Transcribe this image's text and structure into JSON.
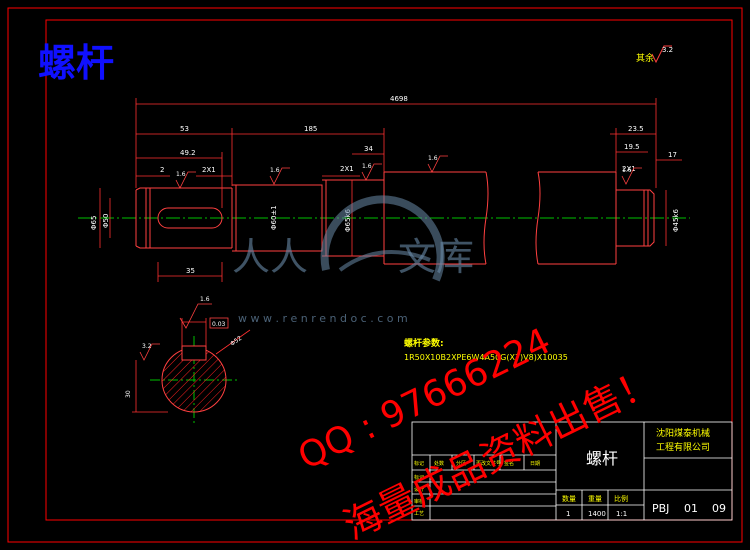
{
  "title": "螺杆",
  "roughness": {
    "corner_label": "其余",
    "corner_value": "3.2",
    "surface_value": "1.6",
    "section_value": "3.2",
    "keyway_value": "1.6"
  },
  "dimensions": {
    "overall": "4698",
    "d53": "53",
    "d185": "185",
    "d2": "2",
    "d49_2": "49.2",
    "d2x1a": "2X1",
    "d2x1b": "2X1",
    "d34": "34",
    "d35": "35",
    "d23_5": "23.5",
    "d19_5": "19.5",
    "d17": "17",
    "d2x1c": "2X1",
    "left_dia1": "Φ65",
    "left_dia2": "Φ50",
    "dia_mid": "Φ60±1",
    "dia_screw": "Φ65k6",
    "dia_right": "Φ45k6",
    "key_tol": "0.03",
    "section_dim": "30",
    "section_dia": "Φ52"
  },
  "thread_label": "螺杆参数:",
  "thread_spec": "1R50X10B2XPE6W4A50G(X7)V8)X10035",
  "watermark": {
    "logo_left": "人人",
    "logo_right": "文库",
    "url": "w w w . r e n r e n d o c . c o m",
    "qq": "QQ : 97666224",
    "ad": "海量成品资料出售！"
  },
  "title_block": {
    "name": "螺杆",
    "company_line1": "沈阳煤泰机械",
    "company_line2": "工程有限公司",
    "qty_label": "数量",
    "weight_label": "重量",
    "scale_label": "比例",
    "qty": "1",
    "weight": "1400",
    "scale": "1:1",
    "code1": "PBJ",
    "code2": "01",
    "code3": "09",
    "left_rows": [
      "标记",
      "设计",
      "审核",
      "工艺"
    ],
    "header_row": [
      "标记",
      "处数",
      "分区",
      "更改文件号",
      "签名",
      "日期"
    ]
  },
  "colors": {
    "frame": "#ff0000",
    "part": "#ff4040",
    "dim": "#ff3030",
    "text_dim": "#ffffff",
    "centerline": "#00c000",
    "title_blue": "#0000ff",
    "hatch": "#ff2020",
    "yellow": "#ffff00",
    "watermark": "#ff0000"
  }
}
